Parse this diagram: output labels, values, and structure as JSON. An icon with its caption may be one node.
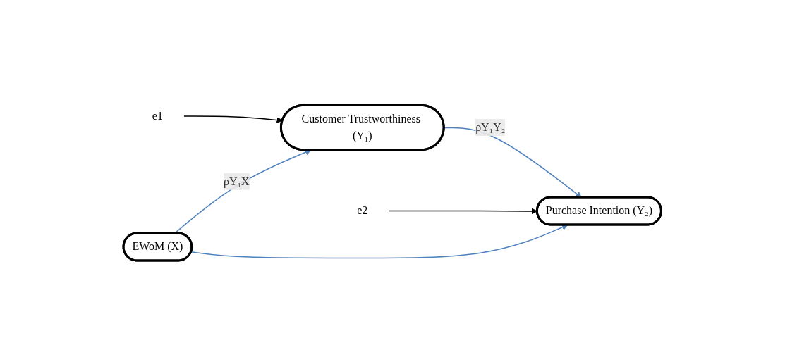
{
  "diagram": {
    "nodes": [
      {
        "text": [
          "Customer Trustworthiness (Y₁)"
        ]
      },
      {
        "text": [
          "e1"
        ]
      },
      {
        "text": [
          "e2"
        ]
      },
      {
        "text": [
          "EWoM (X)"
        ]
      },
      {
        "text": [
          "Purchase Intention (Y₂)"
        ]
      }
    ],
    "edges": [
      {
        "from": 1,
        "to": 0,
        "arrow": "to",
        "color": "#000000"
      },
      {
        "from": 3,
        "to": 0,
        "arrow": "to",
        "label": "ρY₁X"
      },
      {
        "from": 0,
        "to": 4,
        "arrow": "to",
        "label": "ρY₁Y₂"
      },
      {
        "from": 2,
        "to": 4,
        "arrow": "to",
        "color": "#000000"
      },
      {
        "from": 3,
        "to": 4,
        "arrow": "to"
      }
    ]
  }
}
